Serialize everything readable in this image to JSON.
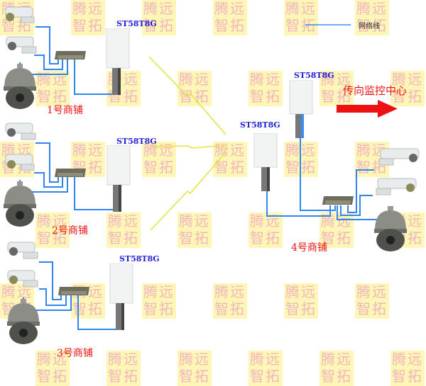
{
  "watermark": {
    "line1": "腾远",
    "line2": "智拓"
  },
  "legend": {
    "label": "网络线",
    "line_color": "#3a8ef0"
  },
  "center": {
    "label": "传向监控中心",
    "arrow_color": "#ee1111"
  },
  "shops": [
    {
      "id": 1,
      "label": "1号商铺",
      "model": "ST58T8G"
    },
    {
      "id": 2,
      "label": "2号商铺",
      "model": "ST58T8G"
    },
    {
      "id": 3,
      "label": "3号商铺",
      "model": "ST58T8G"
    },
    {
      "id": 4,
      "label": "4号商铺",
      "models": [
        "ST58T8G",
        "ST58T8G"
      ]
    }
  ],
  "colors": {
    "cable": "#2f86ee",
    "wireless_link": "#e6e23a",
    "model_text": "#1f1fd6",
    "shop_text": "#ee1111",
    "watermark_bg": "#fdf6b0",
    "watermark_text": "#f2b3bf"
  }
}
